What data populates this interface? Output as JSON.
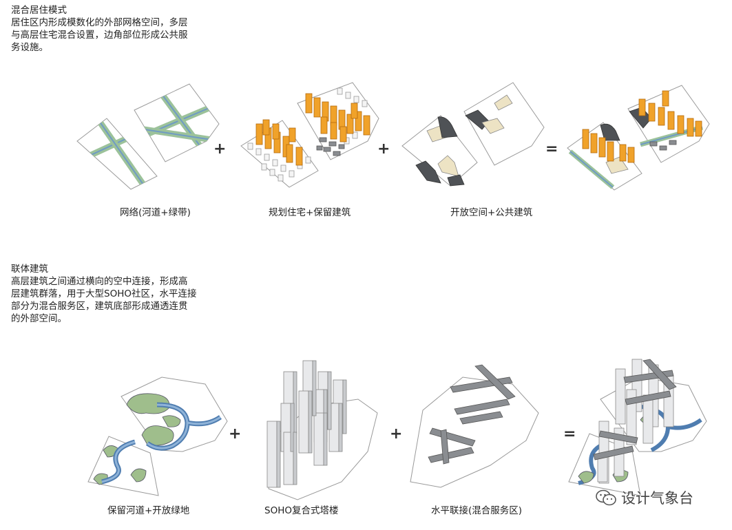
{
  "section1": {
    "title": "混合居住模式",
    "desc_lines": [
      "居住区内形成模数化的外部网格空间，多层",
      "与高层住宅混合设置，边角部位形成公共服",
      "务设施。"
    ],
    "captions": [
      "网络(河道+绿带)",
      "规划住宅+保留建筑",
      "开放空间+公共建筑"
    ],
    "operators": [
      "+",
      "+",
      "="
    ]
  },
  "section2": {
    "title": "联体建筑",
    "desc_lines": [
      "高层建筑之间通过横向的空中连接，形成高",
      "层建筑群落，用于大型SOHO社区，水平连接",
      "部分为混合服务区，建筑底部形成通透连贯",
      "的外部空间。"
    ],
    "captions": [
      "保留河道+开放绿地",
      "SOHO复合式塔楼",
      "水平联接(混合服务区)"
    ],
    "operators": [
      "+",
      "+",
      "="
    ]
  },
  "watermark": {
    "text": "设计气象台",
    "icon": "wechat-icon"
  },
  "colors": {
    "orange": "#f0a22a",
    "road_green": "#9cc29a",
    "road_blue": "#6f9bc4",
    "gray": "#6b6e72",
    "beige": "#ede3c4",
    "park": "#9fbe8c"
  }
}
